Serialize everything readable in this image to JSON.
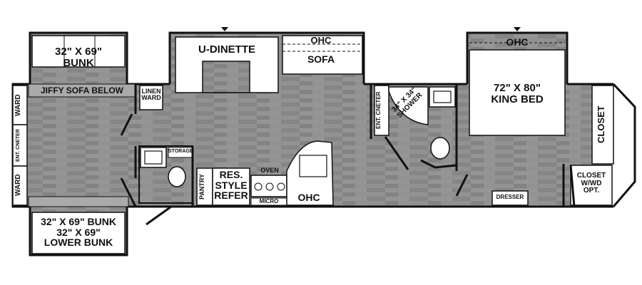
{
  "rooms": {
    "upper_bunk": "32\" X 69\" BUNK",
    "jiffy_sofa": "JIFFY SOFA BELOW",
    "linen_ward": "LINEN\nWARD",
    "ward_top": "WARD",
    "ward_bottom": "WARD",
    "ent_center_left": "ENT. CNETER",
    "lower_bunks": "32\" X 69\" BUNK\n32\" X 69\"\nLOWER BUNK",
    "storage": "STORAGE",
    "pantry": "PANTRY",
    "refer": "RES.\nSTYLE\nREFER",
    "oven": "OVEN",
    "micro": "MICRO",
    "ohc_kitchen": "OHC",
    "u_dinette": "U-DINETTE",
    "ohc_sofa_top": "OHC",
    "sofa": "SOFA",
    "ent_center_mid": "ENT. CNETER",
    "shower": "34\" X 34\"\nSHOWER",
    "ohc_bed": "OHC",
    "king_bed": "72\" X 80\"\nKING BED",
    "closet": "CLOSET",
    "closet_wd": "CLOSET\nW/WD\nOPT.",
    "dresser": "DRESSER"
  },
  "colors": {
    "floor": "#8c8c8c",
    "wall": "#111111",
    "furniture": "#ffffff"
  }
}
